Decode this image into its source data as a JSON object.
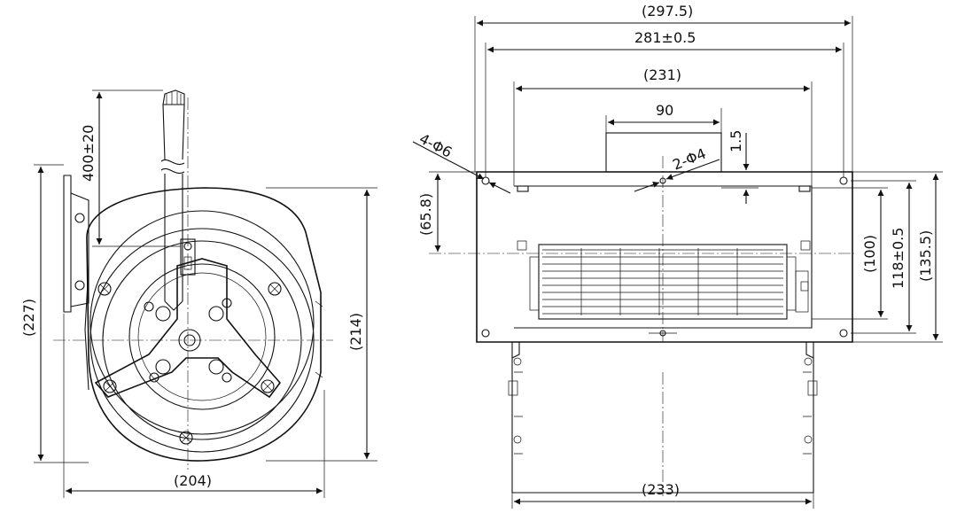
{
  "dimensions": {
    "side_view": {
      "cable_length": "400±20",
      "height_overall": "(227)",
      "height_housing": "(214)",
      "width": "(204)"
    },
    "front_view": {
      "total_width": "(297.5)",
      "hole_spacing": "281±0.5",
      "housing_width": "(231)",
      "outlet_width": "90",
      "base_width": "(233)",
      "mount_holes": "4-Φ6",
      "small_holes": "2-Φ4",
      "offset_top": "1.5",
      "center_offset": "(65.8)",
      "outlet_height": "(100)",
      "hole_spacing_vertical": "118±0.5",
      "total_height": "(135.5)"
    }
  },
  "colors": {
    "line": "#111111",
    "background": "#ffffff"
  }
}
